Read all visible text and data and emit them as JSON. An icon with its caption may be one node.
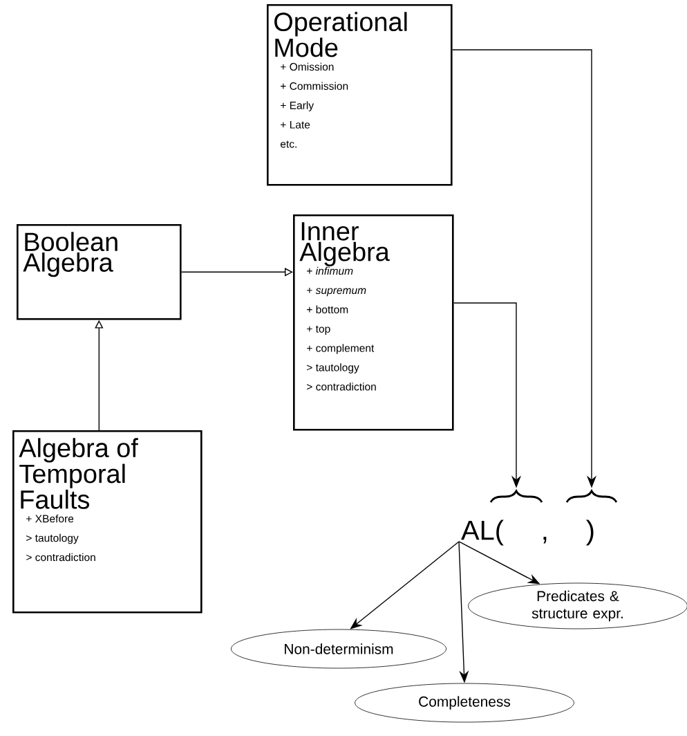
{
  "diagram": {
    "nodes": [
      {
        "text": [
          "Operational Mode",
          "+ Omission",
          "+ Commission",
          "+ Early",
          "+ Late",
          "etc."
        ]
      },
      {
        "text": [
          "Boolean Algebra"
        ]
      },
      {
        "text": [
          "Inner Algebra",
          "+ *infimum*",
          "+ *supremum*",
          "+ bottom",
          "+ top",
          "+ complement",
          "> tautology",
          "> contradiction"
        ]
      },
      {
        "text": [
          "Algebra of Temporal Faults",
          "+ XBefore",
          "> tautology",
          "> contradiction"
        ]
      },
      {
        "text": [
          "AL( , )"
        ]
      },
      {
        "text": [],
        "shape": "brace"
      },
      {
        "text": [],
        "shape": "brace"
      },
      {
        "text": [
          "Predicates & structure expr."
        ]
      },
      {
        "text": [
          "Non-determinism"
        ]
      },
      {
        "text": [
          "Completeness"
        ]
      }
    ],
    "edges": [
      {
        "from": 3,
        "to": 1,
        "arrow": "to"
      },
      {
        "from": 1,
        "to": 2,
        "arrow": "to"
      },
      {
        "from": 2,
        "to": 5,
        "arrow": "to"
      },
      {
        "from": 0,
        "to": 6,
        "arrow": "to"
      },
      {
        "from": 4,
        "to": 8,
        "arrow": "to"
      },
      {
        "from": 4,
        "to": 9,
        "arrow": "to"
      },
      {
        "from": 4,
        "to": 7,
        "arrow": "to"
      }
    ]
  }
}
